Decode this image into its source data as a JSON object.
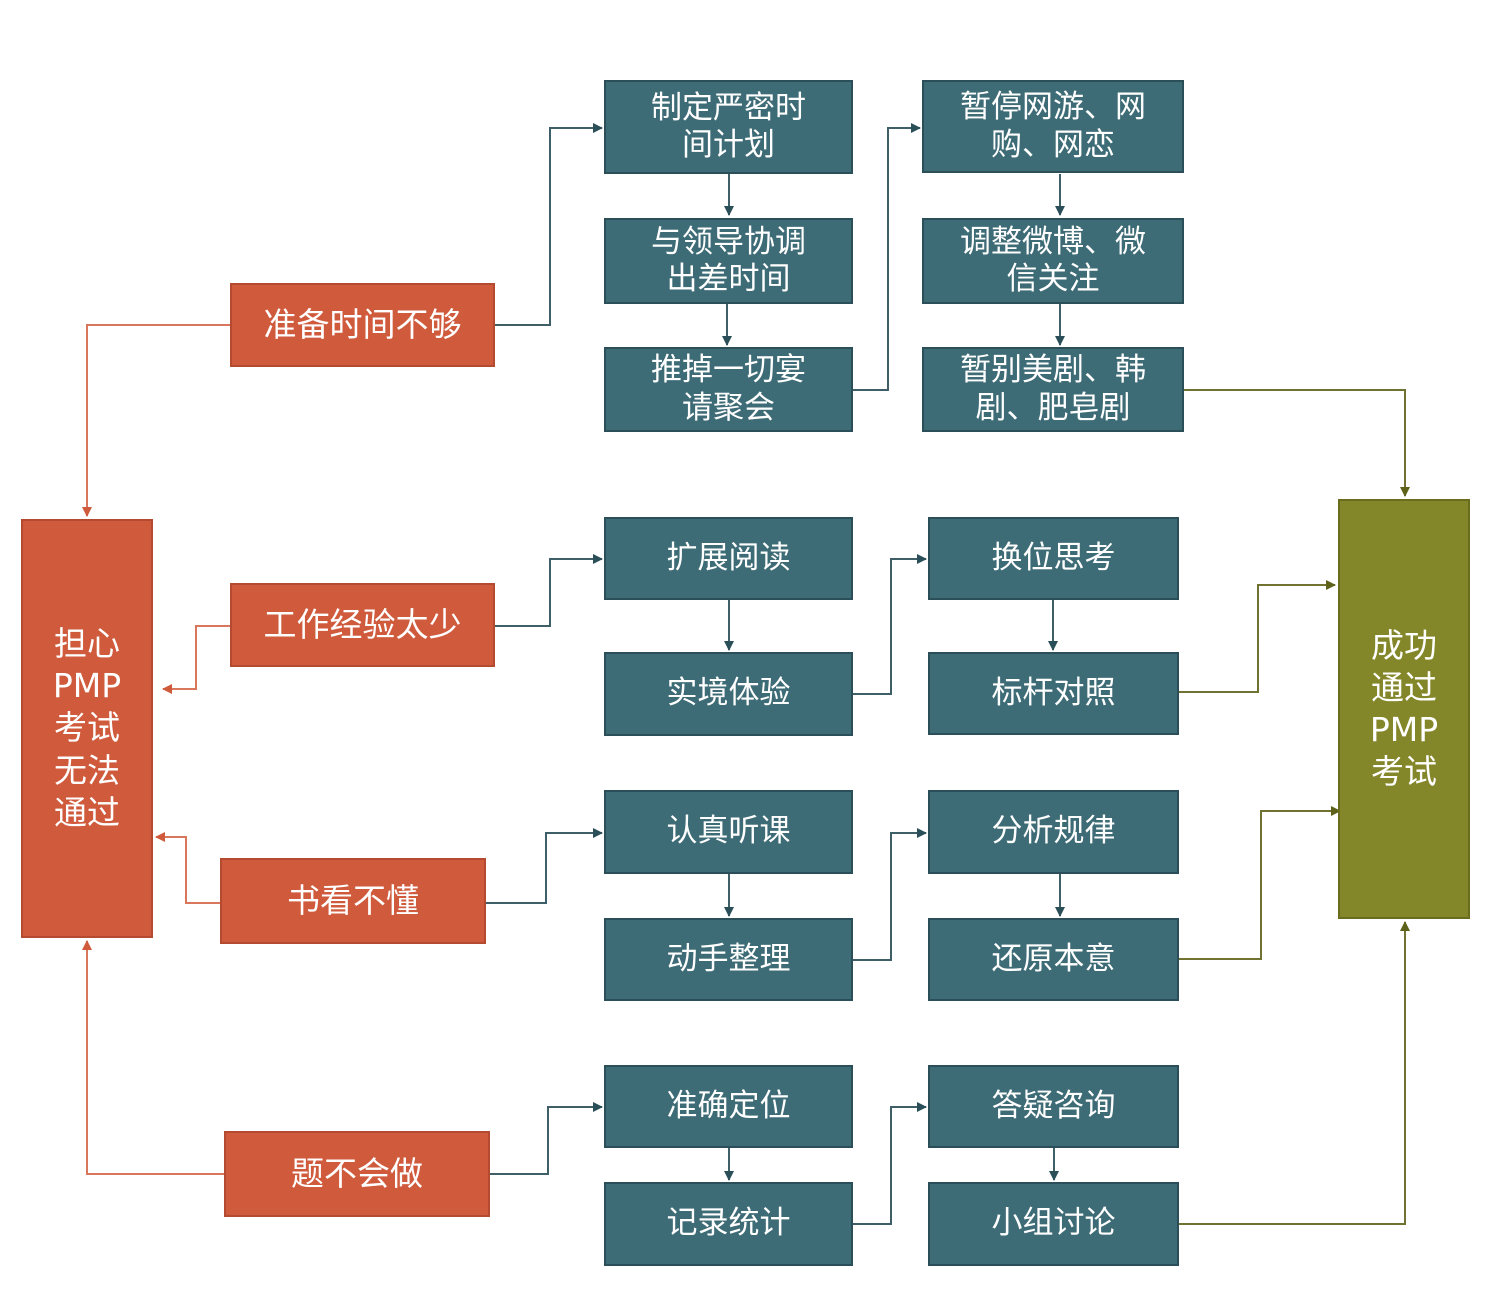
{
  "colors": {
    "problem": "#d05a3c",
    "action": "#3d6b76",
    "success": "#84862a",
    "problem_line": "#d8775c",
    "action_line": "#3f5f68",
    "success_line": "#6f7230"
  },
  "center_problem": {
    "lines": [
      "担心",
      "PMP",
      "考试",
      "无法",
      "通过"
    ]
  },
  "goal": {
    "lines": [
      "成功",
      "通过",
      "PMP",
      "考试"
    ]
  },
  "causes": [
    {
      "label": "准备时间不够"
    },
    {
      "label": "工作经验太少"
    },
    {
      "label": "书看不懂"
    },
    {
      "label": "题不会做"
    }
  ],
  "actions": {
    "time": [
      [
        "制定严密时",
        "间计划"
      ],
      [
        "与领导协调",
        "出差时间"
      ],
      [
        "推掉一切宴",
        "请聚会"
      ],
      [
        "暂停网游、网",
        "购、网恋"
      ],
      [
        "调整微博、微",
        "信关注"
      ],
      [
        "暂别美剧、韩",
        "剧、肥皂剧"
      ]
    ],
    "experience": [
      "扩展阅读",
      "实境体验",
      "换位思考",
      "标杆对照"
    ],
    "reading": [
      "认真听课",
      "动手整理",
      "分析规律",
      "还原本意"
    ],
    "questions": [
      "准确定位",
      "记录统计",
      "答疑咨询",
      "小组讨论"
    ]
  }
}
